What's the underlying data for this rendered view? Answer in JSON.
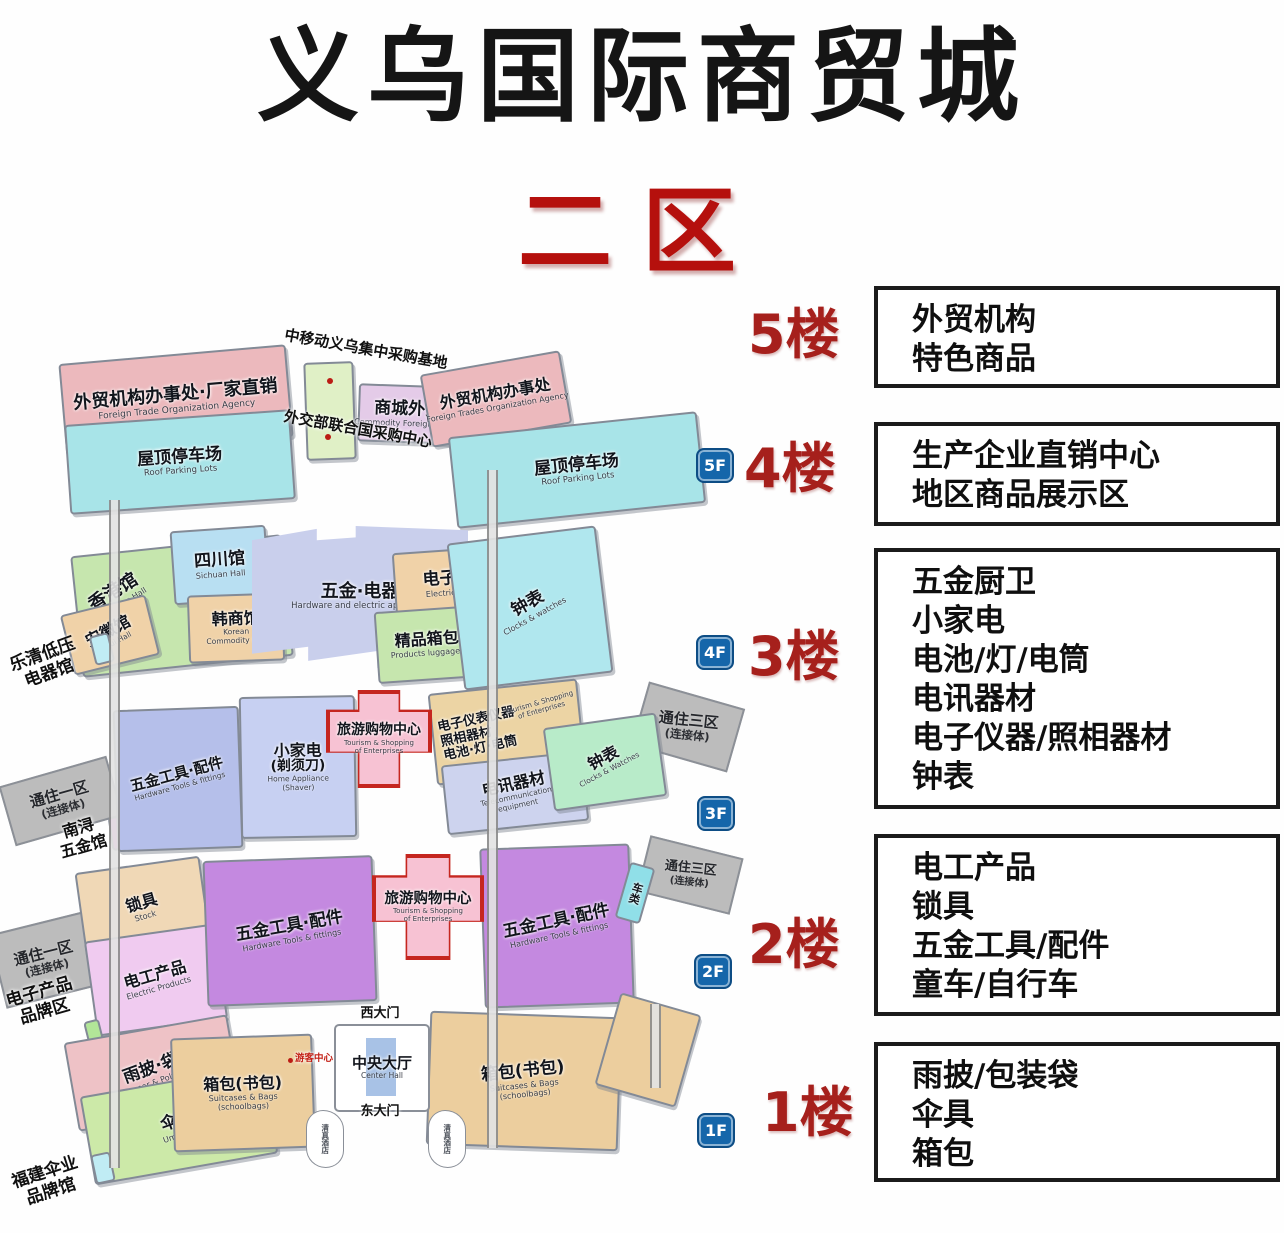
{
  "title": "义乌国际商贸城",
  "subtitle": "二区",
  "colors": {
    "accent_red": "#a6201c",
    "badge_blue": "#1566aa",
    "cross_border_red": "#c5261f",
    "legend_border": "#1b1b1b"
  },
  "legend": {
    "f5": {
      "label": "5楼",
      "lines": [
        "外贸机构",
        "特色商品"
      ]
    },
    "f4": {
      "label": "4楼",
      "lines": [
        "生产企业直销中心",
        "地区商品展示区"
      ]
    },
    "f3": {
      "label": "3楼",
      "lines": [
        "五金厨卫",
        "小家电",
        "电池/灯/电筒",
        "电讯器材",
        "电子仪器/照相器材",
        "钟表"
      ]
    },
    "f2": {
      "label": "2楼",
      "lines": [
        "电工产品",
        "锁具",
        "五金工具/配件",
        "童车/自行车"
      ]
    },
    "f1": {
      "label": "1楼",
      "lines": [
        "雨披/包装袋",
        "伞具",
        "箱包"
      ]
    }
  },
  "badges": {
    "f5": "5F",
    "f4": "4F",
    "f3": "3F",
    "f2": "2F",
    "f1": "1F"
  },
  "f5": {
    "left_office": {
      "zh": "外贸机构办事处·厂家直销",
      "en": "Foreign Trade Organization Agency"
    },
    "left_parking": {
      "zh": "屋顶停车场",
      "en": "Roof Parking Lots"
    },
    "mid_top_label": "中移动义乌集中采购基地",
    "mid_bottom_label": "外交部联合国采购中心",
    "mall_trade": {
      "zh": "商城外贸",
      "en": "Commodity Foreign Trades"
    },
    "right_office": {
      "zh": "外贸机构办事处",
      "en": "Foreign Trades Organization Agency"
    },
    "right_parking": {
      "zh": "屋顶停车场",
      "en": "Roof Parking Lots"
    }
  },
  "f4": {
    "hongkong": {
      "zh": "香港馆",
      "en": "Hongkong Hall"
    },
    "sichuan": {
      "zh": "四川馆",
      "en": "Sichuan Hall"
    },
    "anhui": {
      "zh": "安徽馆",
      "en": "Anhui Hall"
    },
    "korean": {
      "zh": "韩商馆",
      "en1": "Korean",
      "en2": "Commodity Hall"
    },
    "hardware": {
      "zh": "五金·电器",
      "en": "Hardware and electric appliance"
    },
    "electric": {
      "zh": "电子",
      "en": "Electric"
    },
    "luggage": {
      "zh": "精品箱包区",
      "en": "Products luggage area"
    },
    "clocks": {
      "zh": "钟表",
      "en": "Clocks & watches"
    },
    "outside_label_1": "乐清低压",
    "outside_label_2": "电器馆"
  },
  "f3": {
    "ramp_west_1": "通住一区",
    "ramp_west_2": "(连接体)",
    "nanxun_1": "南浔",
    "nanxun_2": "五金馆",
    "hw_tools": {
      "zh": "五金工具·配件",
      "en": "Hardware Tools & fittings"
    },
    "home_appliance": {
      "zh1": "小家电",
      "zh2": "(剃须刀)",
      "en1": "Home Appliance",
      "en2": "(Shaver)"
    },
    "tourism": {
      "zh": "旅游购物中心",
      "en1": "Tourism & Shopping",
      "en2": "of Enterprises"
    },
    "instruments": {
      "zh1": "电子仪表仪器",
      "zh2": "照相器材",
      "zh3": "电池·灯·电筒",
      "en1": "Tourism & Shopping",
      "en2": "of Enterprises"
    },
    "telecom": {
      "zh": "电讯器材",
      "en1": "Telecommunication",
      "en2": "equipment"
    },
    "clocks": {
      "zh": "钟表",
      "en": "Clocks & Watches"
    },
    "ramp_east_1": "通住三区",
    "ramp_east_2": "(连接体)"
  },
  "f2": {
    "ramp_west_1": "通住一区",
    "ramp_west_2": "(连接体)",
    "locks": {
      "zh": "锁具",
      "en": "Stock"
    },
    "electric_products": {
      "zh": "电工产品",
      "en": "Electric Products"
    },
    "brand_label_1": "电子产品",
    "brand_label_2": "品牌区",
    "hw_left": {
      "zh": "五金工具·配件",
      "en": "Hardware Tools & fittings"
    },
    "tourism": {
      "zh": "旅游购物中心",
      "en1": "Tourism & Shopping",
      "en2": "of Enterprises"
    },
    "hw_right": {
      "zh": "五金工具·配件",
      "en": "Hardware Tools & fittings"
    },
    "vehicles": "车类",
    "ramp_east_1": "通住三区",
    "ramp_east_2": "(连接体)"
  },
  "f1": {
    "rainwear": {
      "zh": "雨披·袋",
      "en": "Rainwear & Poly Bags"
    },
    "umbrellas": {
      "zh": "伞具",
      "en": "Umbrellas"
    },
    "bags_left": {
      "zh": "箱包(书包)",
      "en1": "Suitcases & Bags",
      "en2": "(schoolbags)"
    },
    "center_hall": {
      "zh": "中央大厅",
      "en": "Center Hall"
    },
    "west_gate": "西大门",
    "east_gate": "东大门",
    "visitor_center": "游客中心",
    "halal_left": "清真酒店",
    "halal_right": "清真酒店",
    "bags_right": {
      "zh": "箱包(书包)",
      "en1": "Suitcases & Bags",
      "en2": "(schoolbags)"
    },
    "fujian_label_1": "福建伞业",
    "fujian_label_2": "品牌馆"
  }
}
